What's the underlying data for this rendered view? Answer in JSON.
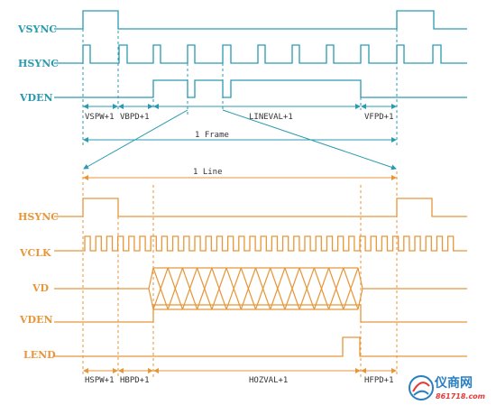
{
  "frame": {
    "color": "#2a9ab0",
    "signals": [
      "VSYNC",
      "HSYNC",
      "VDEN"
    ],
    "segments": [
      "VSPW+1",
      "VBPD+1",
      "LINEVAL+1",
      "VFPD+1"
    ],
    "span_label": "1 Frame"
  },
  "line": {
    "color": "#e8963a",
    "signals": [
      "HSYNC",
      "VCLK",
      "VD",
      "VDEN",
      "LEND"
    ],
    "segments": [
      "HSPW+1",
      "HBPD+1",
      "HOZVAL+1",
      "HFPD+1"
    ],
    "span_label": "1 Line"
  },
  "watermark": {
    "cn": "仪商网",
    "url": "861718.com",
    "color": "#2a7fc2"
  }
}
